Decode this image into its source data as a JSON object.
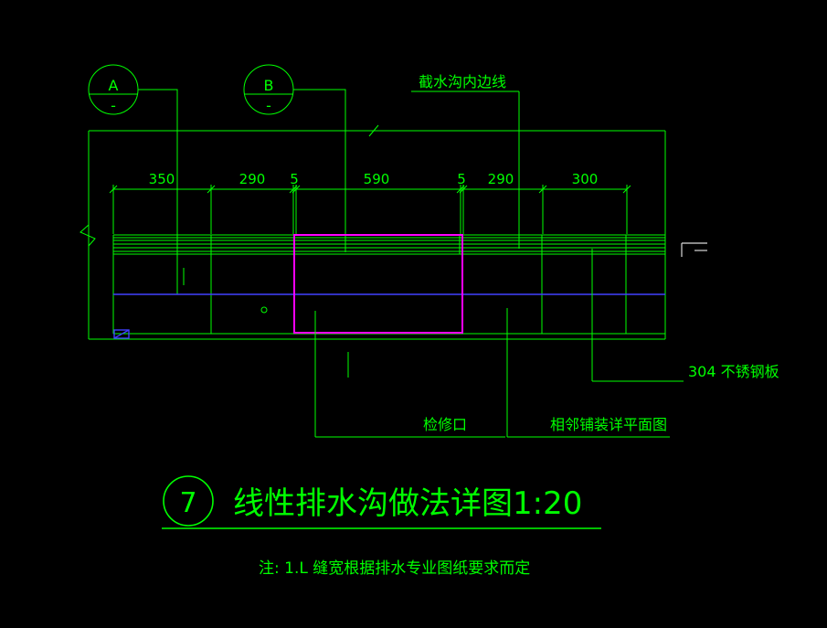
{
  "app": {
    "background": "#000000"
  },
  "colors": {
    "line_green": "#00ff00",
    "inspection_highlight": "#ff00ff",
    "water_blue": "#4040ff",
    "plate_white": "#d9d9d9"
  },
  "bubbles": {
    "a": {
      "letter": "A",
      "number": "-"
    },
    "b": {
      "letter": "B",
      "number": "-"
    }
  },
  "dims": {
    "values": [
      "350",
      "290",
      "5",
      "590",
      "5",
      "290",
      "300"
    ],
    "total_segments": 7
  },
  "labels": {
    "gutter_inner_edge": "截水沟内边线",
    "steel_plate": "304  不锈钢板",
    "inspection_port": "检修口",
    "adjacent_paving": "相邻铺装详平面图"
  },
  "title": {
    "number": "7",
    "name": "线性排水沟做法详图",
    "scale": "1:20"
  },
  "note": {
    "text": "注: 1.L 缝宽根据排水专业图纸要求而定"
  }
}
